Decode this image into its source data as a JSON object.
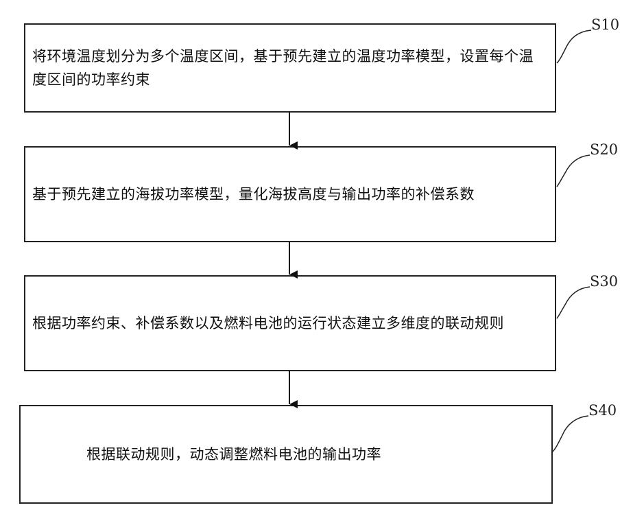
{
  "steps": [
    {
      "id": "S10",
      "text": "将环境温度划分为多个温度区间，基于预先建立的温度功率模型，设置每个温度区间的功率约束"
    },
    {
      "id": "S20",
      "text": "基于预先建立的海拔功率模型，量化海拔高度与输出功率的补偿系数"
    },
    {
      "id": "S30",
      "text": "根据功率约束、补偿系数以及燃料电池的运行状态建立多维度的联动规则"
    },
    {
      "id": "S40",
      "text": "根据联动规则，动态调整燃料电池的输出功率"
    }
  ]
}
